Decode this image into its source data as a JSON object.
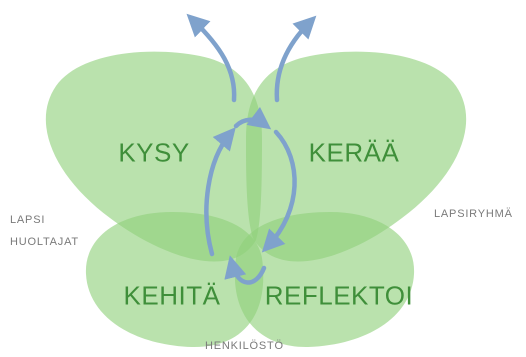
{
  "diagram": {
    "petals": {
      "top_left": "KYSY",
      "top_right": "KERÄÄ",
      "bottom_left": "KEHITÄ",
      "bottom_right": "REFLEKTOI"
    },
    "side_labels": {
      "left_line1": "LAPSI",
      "left_line2": "HUOLTAJAT",
      "right": "LAPSIRYHMÄ",
      "bottom": "HENKILÖSTÖ"
    },
    "colors": {
      "petal_fill": "#8fd07a",
      "petal_label": "#3f8f3a",
      "arrow": "#7fa2cc",
      "side_label": "#7a7a7a"
    }
  }
}
